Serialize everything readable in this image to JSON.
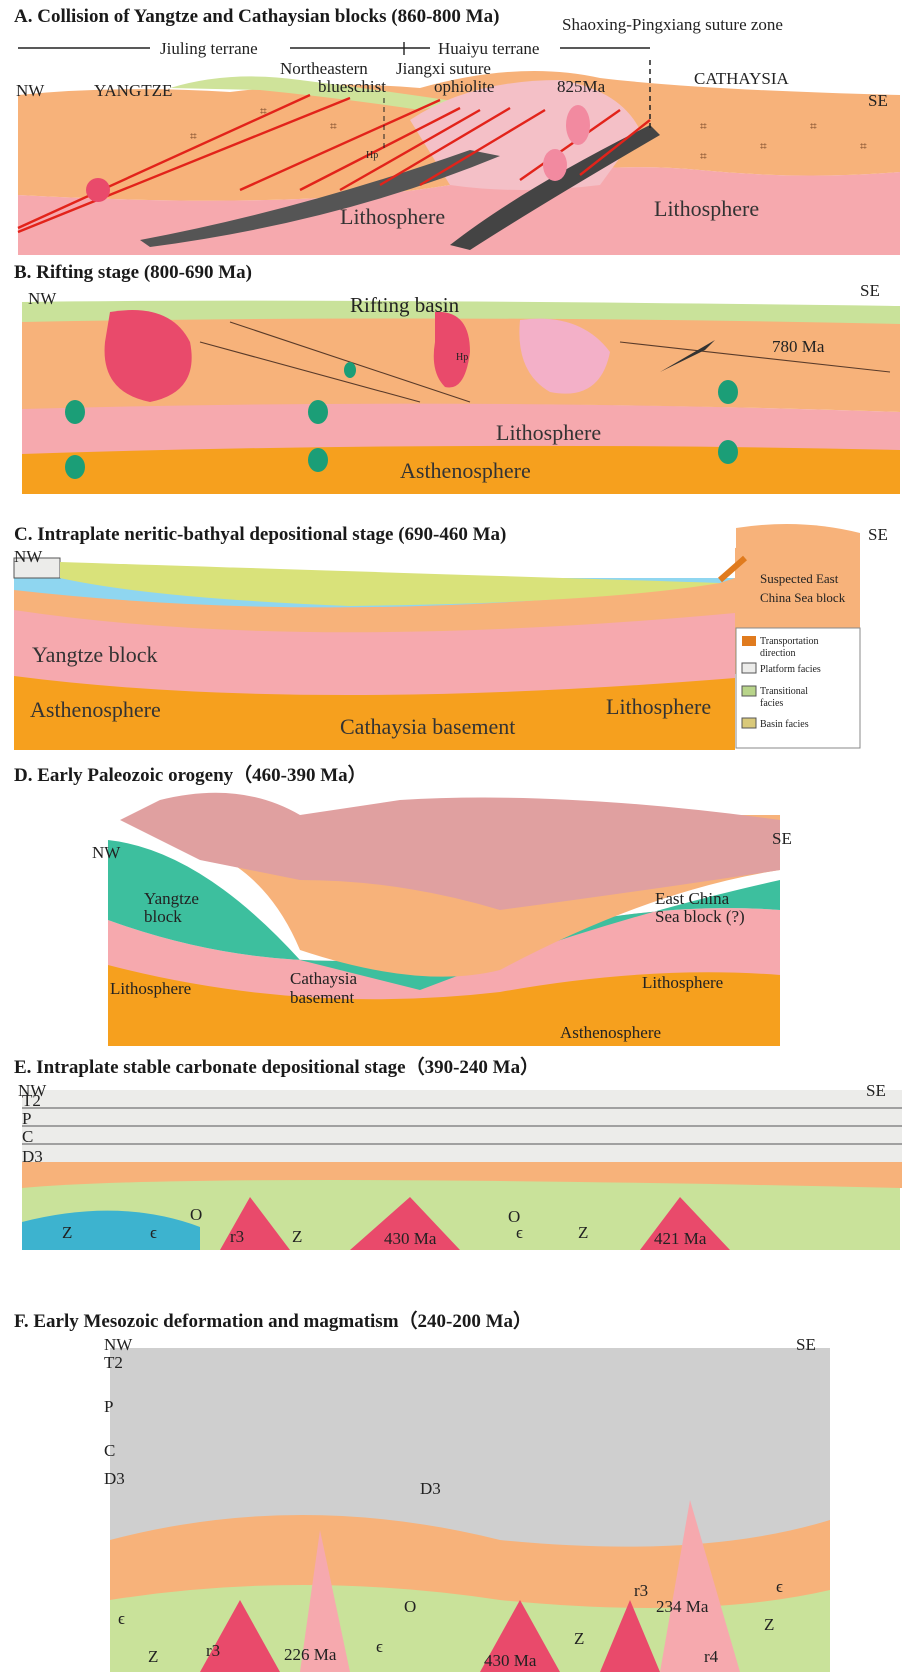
{
  "panelA": {
    "title": "A. Collision of Yangtze and Cathaysian blocks (860-800 Ma)",
    "nw": "NW",
    "se": "SE",
    "yangtze": "YANGTZE",
    "cathaysia": "CATHAYSIA",
    "jiuling": "Jiuling terrane",
    "huaiyu": "Huaiyu terrane",
    "suture": "Shaoxing-Pingxiang suture zone",
    "ne_blueschist_1": "Northeastern",
    "ne_blueschist_2": "blueschist",
    "jiangxi_1": "Jiangxi suture",
    "jiangxi_2": "ophiolite",
    "age": "825Ma",
    "hp": "Hp",
    "lith_left": "Lithosphere",
    "lith_right": "Lithosphere"
  },
  "panelB": {
    "title": "B. Rifting stage (800-690 Ma)",
    "nw": "NW",
    "se": "SE",
    "basin": "Rifting basin",
    "age": "780 Ma",
    "hp": "Hp",
    "lith": "Lithosphere",
    "asth": "Asthenosphere"
  },
  "panelC": {
    "title": "C. Intraplate neritic-bathyal depositional stage (690-460 Ma)",
    "nw": "NW",
    "se": "SE",
    "east_1": "Suspected East",
    "east_2": "China Sea block",
    "yangtze": "Yangtze block",
    "asth": "Asthenosphere",
    "basement": "Cathaysia basement",
    "lith": "Lithosphere",
    "legend": [
      {
        "line1": "Transportation",
        "line2": "direction"
      },
      {
        "line1": "Platform facies",
        "line2": ""
      },
      {
        "line1": "Transitional",
        "line2": "facies"
      },
      {
        "line1": "Basin facies",
        "line2": ""
      }
    ]
  },
  "panelD": {
    "title": "D. Early Paleozoic orogeny（460-390 Ma）",
    "nw": "NW",
    "se": "SE",
    "yangtze_1": "Yangtze",
    "yangtze_2": "block",
    "east_1": "East China",
    "east_2": "Sea block (?)",
    "basement_1": "Cathaysia",
    "basement_2": "basement",
    "lith_left": "Lithosphere",
    "lith_right": "Lithosphere",
    "asth": "Asthenosphere"
  },
  "panelE": {
    "title": "E. Intraplate stable carbonate depositional  stage（390-240 Ma）",
    "nw": "NW",
    "se": "SE",
    "strata": [
      "T2",
      "P",
      "C",
      "D3"
    ],
    "units": [
      "O",
      "Z",
      "ϵ",
      "r3",
      "Z",
      "O",
      "ϵ",
      "Z"
    ],
    "ages": [
      "430 Ma",
      "421 Ma"
    ]
  },
  "panelF": {
    "title": "F. Early Mesozoic deformation and magmatism（240-200 Ma）",
    "nw": "NW",
    "se": "SE",
    "strata": [
      "T2",
      "P",
      "C",
      "D3"
    ],
    "d3_mid": "D3",
    "units": [
      "ϵ",
      "Z",
      "r3",
      "O",
      "ϵ",
      "Z",
      "r3",
      "Z",
      "ϵ",
      "r4"
    ],
    "ages": [
      "226 Ma",
      "430 Ma",
      "234 Ma"
    ]
  },
  "colors": {
    "crust": "#f7b27a",
    "lithosphere": "#f6a9ae",
    "asthenosphere": "#f6a01e",
    "sediment_green": "#c9e29a",
    "granite": "#e94a6b",
    "sea": "#8fd6f0",
    "teal": "#3dbf9e",
    "fault": "#e2231a",
    "limestone": "#ececea"
  }
}
